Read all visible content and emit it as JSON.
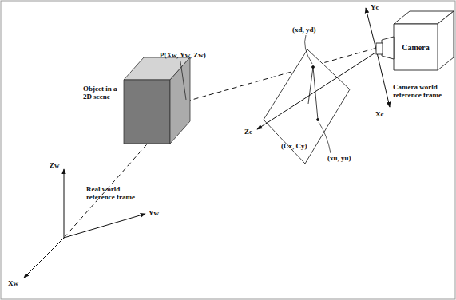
{
  "diagram": {
    "nodes": [
      {
        "text": [
          "Camera"
        ]
      }
    ],
    "labels": [
      "P(Xw, Yw, Zw)",
      "Object in a 2D scene",
      "(xd, yd)",
      "(Cx, Cy)",
      "(xu, yu)",
      "Zc",
      "Yc",
      "Xc",
      "Camera world reference frame",
      "Real world reference frame",
      "Zw",
      "Yw",
      "Xw"
    ]
  }
}
